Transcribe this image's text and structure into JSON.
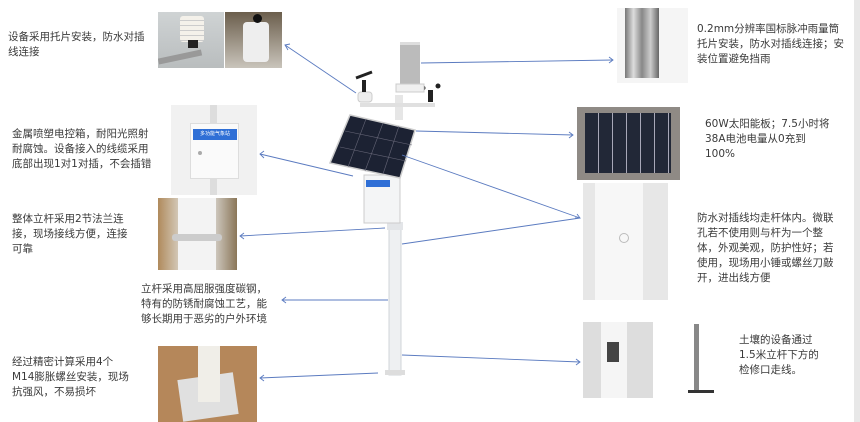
{
  "callouts": {
    "sensor_mount": "设备采用托片安装，防水对插线连接",
    "control_box": "金属喷塑电控箱，耐阳光照射耐腐蚀。设备接入的线缆采用底部出现1对1对插，不会插错",
    "flange": "整体立杆采用2节法兰连接，现场接线方便，连接可靠",
    "pole_steel": "立杆采用高屈服强度碳钢，特有的防锈耐腐蚀工艺，能够长期用于恶劣的户外环境",
    "base_bolts": "经过精密计算采用4个M14膨胀螺丝安装，现场抗强风，不易损坏",
    "rain_gauge": "0.2mm分辨率国标脉冲雨量筒托片安装，防水对插线连接；安装位置避免挡雨",
    "solar_panel": "60W太阳能板；7.5小时将38A电池电量从0充到100%",
    "cable_routing": "防水对插线均走杆体内。微联孔若不使用则与杆为一个整体，外观美观，防护性好；若使用，现场用小锤或螺丝刀敲开，进出线方便",
    "soil_wiring": "土壤的设备通过1.5米立杆下方的检修口走线。"
  },
  "box_label": "多功能气象站",
  "colors": {
    "arrow": "#5b7bc0",
    "label_blue": "#2f6fd6"
  }
}
